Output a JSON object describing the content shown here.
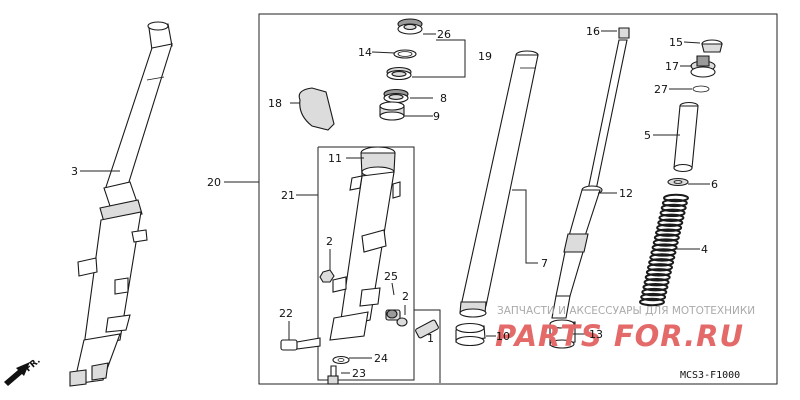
{
  "diagram": {
    "code": "MCS3-F1000",
    "watermark": {
      "caption": "ЗАПЧАСТИ И АКСЕССУАРЫ ДЛЯ МОТОТЕХНИКИ",
      "brand": "PARTS FOR.RU"
    },
    "direction": "FR.",
    "callouts": [
      "1",
      "2",
      "2",
      "3",
      "4",
      "5",
      "6",
      "7",
      "8",
      "9",
      "10",
      "11",
      "12",
      "13",
      "14",
      "15",
      "16",
      "17",
      "18",
      "19",
      "20",
      "21",
      "22",
      "23",
      "24",
      "25",
      "26",
      "27"
    ]
  }
}
